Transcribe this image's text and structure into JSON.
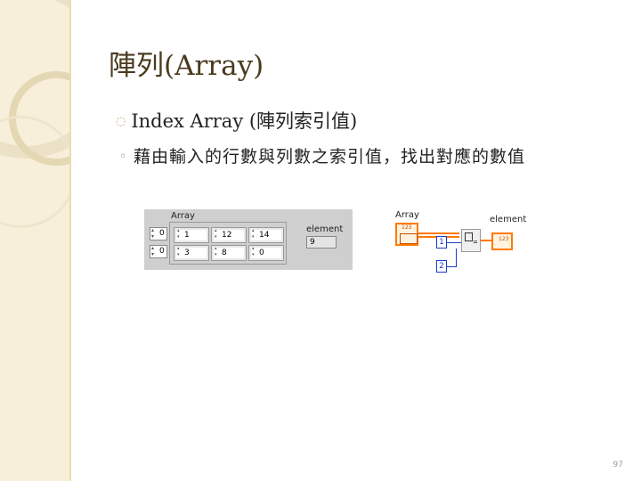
{
  "slide": {
    "title": "陣列(Array)",
    "bullet1": "Index Array (陣列索引值)",
    "bullet2": "藉由輸入的行數與列數之索引值，找出對應的數值",
    "page_number": "97"
  },
  "front_panel": {
    "array_label": "Array",
    "row_index": "0",
    "col_index": "0",
    "row1": [
      "1",
      "12",
      "14"
    ],
    "row2": [
      "3",
      "8",
      "0"
    ],
    "element_label": "element",
    "element_value": "9"
  },
  "block_diagram": {
    "array_label": "Array",
    "element_label": "element",
    "const1": "1",
    "const2": "2",
    "terminal_text": "123"
  },
  "colors": {
    "sidebar": "#f7efd9",
    "title": "#4a3a1e",
    "panel": "#cfcfcf",
    "wire_numeric": "#ff7a00",
    "constant": "#1a3cc8"
  }
}
